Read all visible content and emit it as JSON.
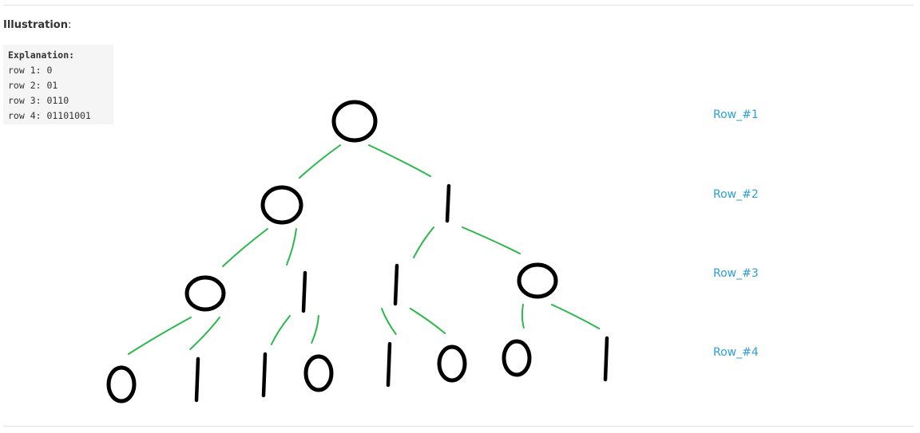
{
  "heading": {
    "label": "Illustration",
    "colon": ":"
  },
  "explanation": {
    "title": "Explanation:",
    "rows": [
      "row 1: 0",
      "row 2: 01",
      "row 3: 0110",
      "row 4: 01101001"
    ]
  },
  "row_labels": [
    "Row_#1",
    "Row_#2",
    "Row_#3",
    "Row_#4"
  ],
  "tree": {
    "levels": [
      [
        "0"
      ],
      [
        "0",
        "1"
      ],
      [
        "0",
        "1",
        "1",
        "0"
      ],
      [
        "0",
        "1",
        "1",
        "0",
        "1",
        "0",
        "0",
        "1"
      ]
    ]
  },
  "colors": {
    "edge": "#2bb84b",
    "node": "#000000",
    "row_label": "#2a9fd6"
  }
}
